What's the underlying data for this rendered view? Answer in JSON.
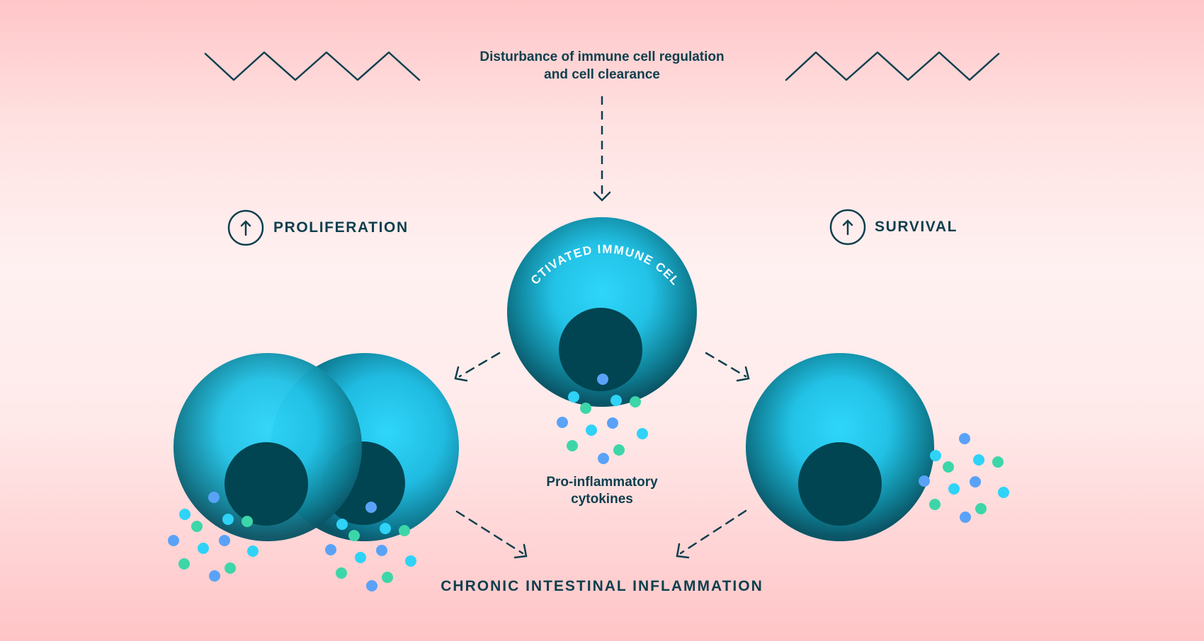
{
  "title": {
    "line1": "Disturbance of immune cell regulation",
    "line2": "and cell clearance"
  },
  "activated_cell": {
    "label": "ACTIVATED IMMUNE CELL"
  },
  "proliferation": {
    "label": "PROLIFERATION",
    "icon": "arrow-up-circle-icon"
  },
  "survival": {
    "label": "SURVIVAL",
    "icon": "arrow-up-circle-icon"
  },
  "cytokines": {
    "line1": "Pro-inflammatory",
    "line2": "cytokines"
  },
  "outcome": {
    "label": "CHRONIC INTESTINAL INFLAMMATION"
  },
  "colors": {
    "background_top": "#ffc6c8",
    "background_mid": "#fff1f1",
    "ink": "#0d3f4d",
    "cell_light": "#2ed3f7",
    "cell_dark": "#0a5566",
    "nucleus": "#004551",
    "dot_blue": "#5aa2f7",
    "dot_cyan": "#2ed3f7",
    "dot_green": "#3dd6a8"
  }
}
